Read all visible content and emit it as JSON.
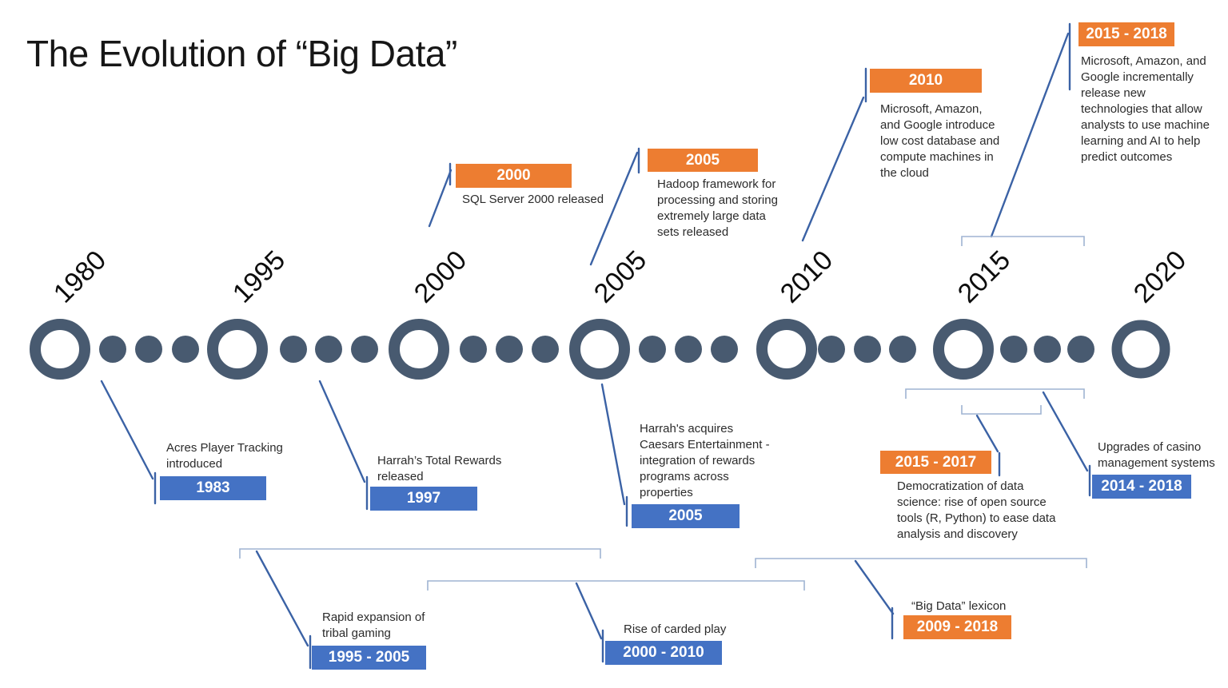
{
  "title": "The Evolution of “Big Data”",
  "colors": {
    "accent_orange": "#ED7D31",
    "accent_blue": "#4472C4",
    "timeline_slate": "#485A70",
    "connector_blue": "#3B62A5",
    "bracket_blue": "#9FB4D2"
  },
  "timeline": {
    "years": [
      "1980",
      "1995",
      "2000",
      "2005",
      "2010",
      "2015",
      "2020"
    ]
  },
  "events": {
    "sql2000": {
      "badge": "2000",
      "text": "SQL Server 2000 released"
    },
    "hadoop": {
      "badge": "2005",
      "text": "Hadoop framework for processing and storing extremely large data sets released"
    },
    "cloud": {
      "badge": "2010",
      "text": "Microsoft, Amazon, and Google introduce low cost database and compute machines in the cloud"
    },
    "ml_ai": {
      "badge": "2015 - 2018",
      "text": "Microsoft, Amazon, and Google incrementally release new technologies that allow analysts to use machine learning and AI to help predict outcomes"
    },
    "acres": {
      "badge": "1983",
      "text": "Acres Player Tracking introduced"
    },
    "total_rewards": {
      "badge": "1997",
      "text": "Harrah’s Total Rewards released"
    },
    "caesars": {
      "badge": "2005",
      "text": "Harrah's acquires Caesars Entertainment - integration of rewards programs across properties"
    },
    "tribal": {
      "badge": "1995 - 2005",
      "text": "Rapid expansion of tribal gaming"
    },
    "carded": {
      "badge": "2000 - 2010",
      "text": "Rise of carded play"
    },
    "casino_mgmt": {
      "badge": "2014 - 2018",
      "text": "Upgrades of casino management systems"
    },
    "data_science": {
      "badge": "2015 - 2017",
      "text": "Democratization of data science: rise of open source tools (R, Python) to ease data analysis and discovery"
    },
    "lexicon": {
      "badge": "2009 - 2018",
      "text": "“Big Data” lexicon"
    }
  }
}
